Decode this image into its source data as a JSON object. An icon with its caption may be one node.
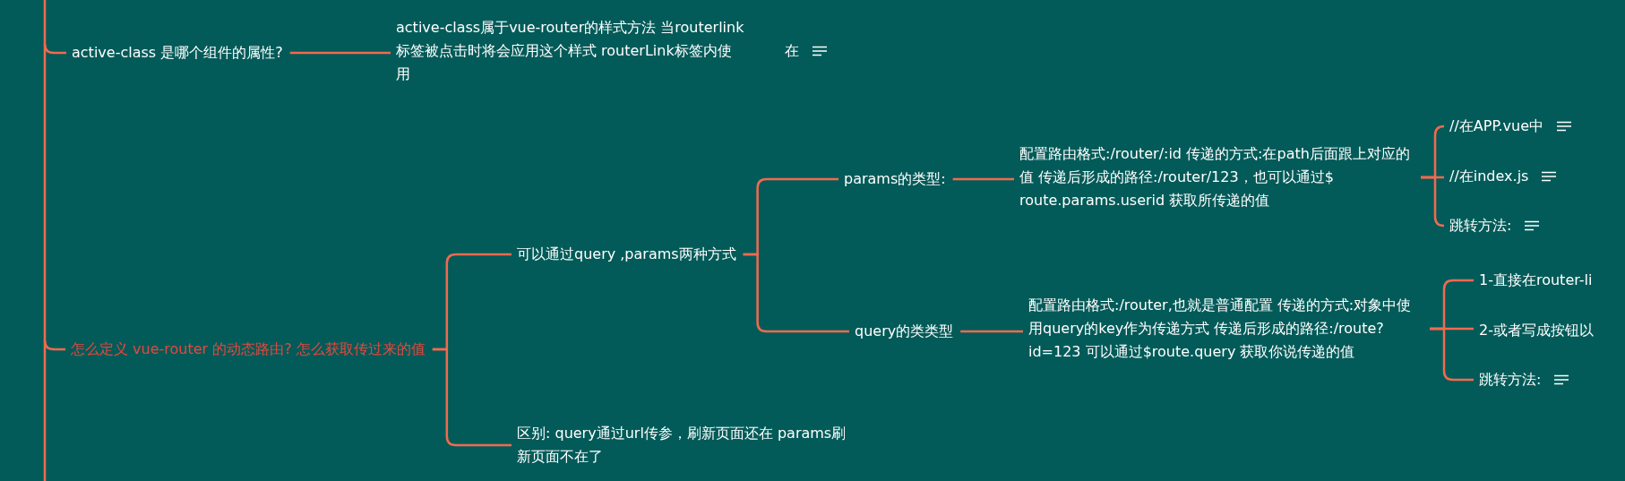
{
  "diagram": {
    "nodes": [
      {
        "text": [
          "active-class 是哪个组件的属性?"
        ]
      },
      {
        "text": [
          "active-class属于vue-router的样式方法 当routerlink标签被点击时将会应用这个样式 routerLink标签内使用"
        ],
        "beside": [
          "在"
        ]
      },
      {
        "text": [
          "怎么定义 vue-router 的动态路由? 怎么获取传过来的值"
        ]
      },
      {
        "text": [
          "可以通过query ,params两种方式"
        ]
      },
      {
        "text": [
          "区别: query通过url传参，刷新页面还在 params刷新页面不在了"
        ]
      },
      {
        "text": [
          "params的类型:"
        ]
      },
      {
        "text": [
          "配置路由格式:/router/:id 传递的方式:在path后面跟上对应的值 传递后形成的路径:/router/123，也可以通过$ route.params.userid 获取所传递的值"
        ]
      },
      {
        "text": [
          "//在APP.vue中"
        ]
      },
      {
        "text": [
          "//在index.js"
        ]
      },
      {
        "text": [
          "跳转方法:"
        ]
      },
      {
        "text": [
          "query的类类型"
        ]
      },
      {
        "text": [
          "配置路由格式:/router,也就是普通配置 传递的方式:对象中使用query的key作为传递方式 传递后形成的路径:/route?id=123 可以通过$route.query 获取你说传递的值"
        ]
      },
      {
        "text": [
          "1-直接在router-li"
        ]
      },
      {
        "text": [
          "2-或者写成按钮以"
        ]
      },
      {
        "text": [
          "跳转方法:"
        ]
      }
    ],
    "edges": [
      {
        "from": null,
        "to": 0,
        "arrow": "none"
      },
      {
        "from": 0,
        "to": 1,
        "arrow": "none"
      },
      {
        "from": null,
        "to": 2,
        "arrow": "none"
      },
      {
        "from": 2,
        "to": 3,
        "arrow": "none"
      },
      {
        "from": 2,
        "to": 4,
        "arrow": "none"
      },
      {
        "from": 3,
        "to": 5,
        "arrow": "none"
      },
      {
        "from": 3,
        "to": 10,
        "arrow": "none"
      },
      {
        "from": 5,
        "to": 6,
        "arrow": "none"
      },
      {
        "from": 6,
        "to": 7,
        "arrow": "none"
      },
      {
        "from": 6,
        "to": 8,
        "arrow": "none"
      },
      {
        "from": 6,
        "to": 9,
        "arrow": "none"
      },
      {
        "from": 10,
        "to": 11,
        "arrow": "none"
      },
      {
        "from": 11,
        "to": 12,
        "arrow": "none"
      },
      {
        "from": 11,
        "to": 13,
        "arrow": "none"
      },
      {
        "from": 11,
        "to": 14,
        "arrow": "none"
      }
    ]
  }
}
